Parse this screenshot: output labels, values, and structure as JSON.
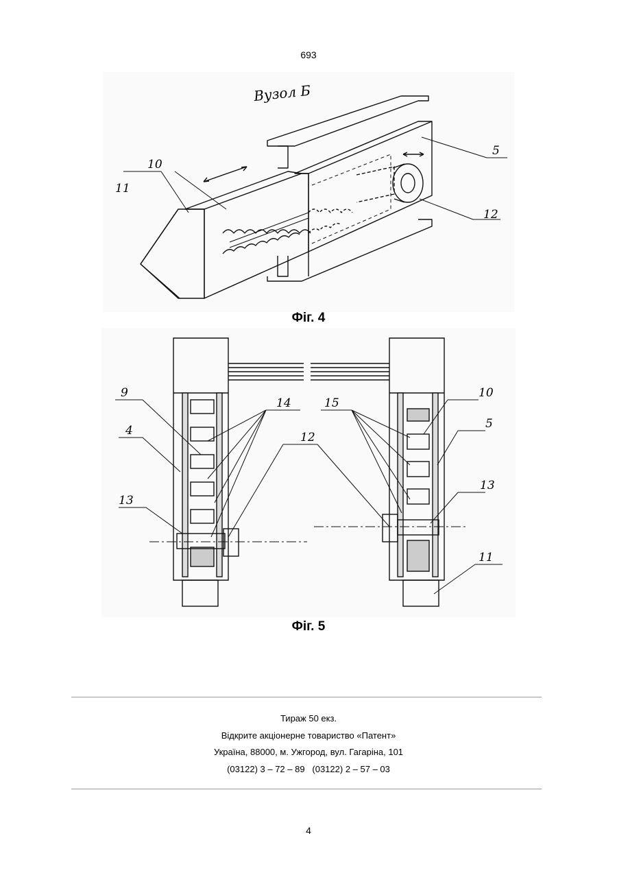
{
  "header": {
    "page_number": "693"
  },
  "figure4": {
    "caption": "Фіг. 4",
    "title": "Вузол Б",
    "labels": {
      "l10": "10",
      "l11": "11",
      "l5": "5",
      "l12": "12"
    }
  },
  "figure5": {
    "caption": "Фіг. 5",
    "labels": {
      "l9": "9",
      "l4": "4",
      "l13a": "13",
      "l14": "14",
      "l12": "12",
      "l15": "15",
      "l10": "10",
      "l5": "5",
      "l13b": "13",
      "l11": "11"
    }
  },
  "imprint": {
    "line1": "Тираж 50 екз.",
    "line2": "Відкрите акціонерне товариство «Патент»",
    "line3": "Україна, 88000, м. Ужгород, вул. Гагаріна, 101",
    "line4": "(03122) 3 – 72 – 89   (03122) 2 – 57 – 03"
  },
  "footer": {
    "page_number": "4"
  }
}
